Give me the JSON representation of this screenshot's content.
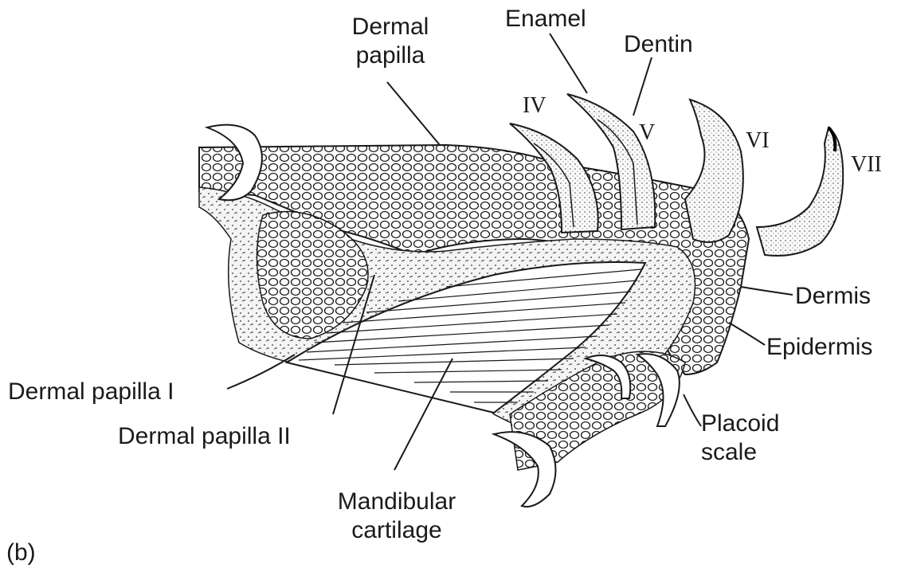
{
  "figure": {
    "panel_label": "(b)",
    "stroke_color": "#1a1a1a",
    "tissue_fill": "#f4f4f4"
  },
  "labels": {
    "dermal_papilla_line1": "Dermal",
    "dermal_papilla_line2": "papilla",
    "enamel": "Enamel",
    "dentin": "Dentin",
    "dermis": "Dermis",
    "epidermis": "Epidermis",
    "dermal_papilla_1": "Dermal papilla I",
    "dermal_papilla_2": "Dermal papilla II",
    "mandibular_line1": "Mandibular",
    "mandibular_line2": "cartilage",
    "placoid_line1": "Placoid",
    "placoid_line2": "scale"
  },
  "tooth_numerals": {
    "iv": "IV",
    "v": "V",
    "vi": "VI",
    "vii": "VII"
  }
}
